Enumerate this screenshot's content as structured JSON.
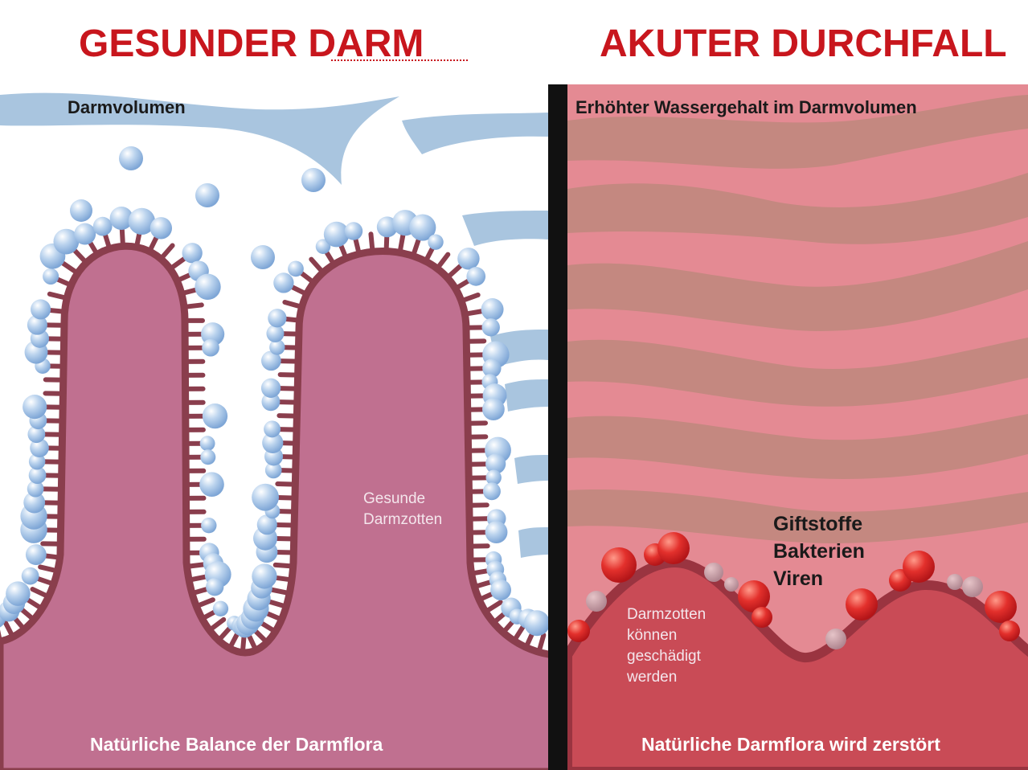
{
  "left_panel": {
    "title_part1": "GESUNDER ",
    "title_part2": "DARM",
    "lumen_label": "Darmvolumen",
    "villi_label_line1": "Gesunde",
    "villi_label_line2": "Darmzotten",
    "footer": "Natürliche Balance der Darmflora"
  },
  "right_panel": {
    "title": "AKUTER DURCHFALL",
    "lumen_label": "Erhöhter Wassergehalt im Darmvolumen",
    "pathogens": [
      "Giftstoffe",
      "Bakterien",
      "Viren"
    ],
    "villi_label_lines": [
      "Darmzotten",
      "können",
      "geschädigt",
      "werden"
    ],
    "footer": "Natürliche Darmflora wird zerstört"
  },
  "colors": {
    "title_red": "#c8161d",
    "left_tissue": "#c07090",
    "villus_outline": "#8a3e4d",
    "water_blue": "#a9c5df",
    "bubble_blue": "#9dbfe4",
    "right_background": "#e48a93",
    "right_waves": "#c48880",
    "right_tissue": "#c94b56",
    "pathogen_red": "#dd2a2a",
    "divider": "#111111"
  }
}
